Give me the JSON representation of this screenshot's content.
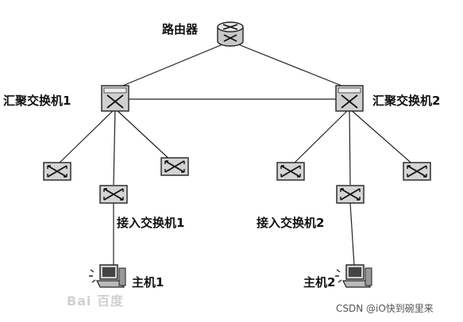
{
  "nodes": {
    "router": "路由器",
    "agg1": "汇聚交换机1",
    "agg2": "汇聚交换机2",
    "access1": "接入交换机1",
    "access2": "接入交换机2",
    "host1": "主机1",
    "host2": "主机2"
  },
  "watermarks": {
    "left": "Bai 百度",
    "right": "CSDN @iO快到碗里来"
  },
  "icons": [
    "router-icon",
    "aggregation-switch-icon",
    "switch-icon",
    "host-computer-icon"
  ]
}
